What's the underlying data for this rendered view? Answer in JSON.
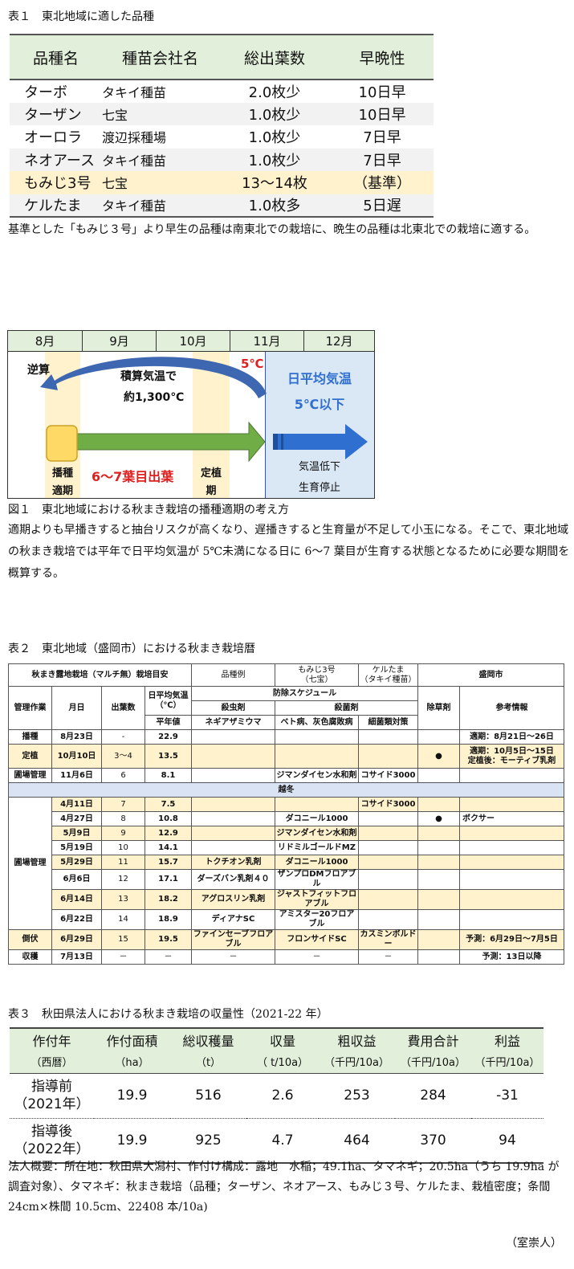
{
  "table1": {
    "caption": "表１　東北地域に適した品種",
    "headers": [
      "品種名",
      "種苗会社名",
      "総出葉数",
      "早晩性"
    ],
    "rows": [
      [
        "ターボ",
        "タキイ種苗",
        "2.0枚少",
        "10日早"
      ],
      [
        "ターザン",
        "七宝",
        "1.0枚少",
        "10日早"
      ],
      [
        "オーロラ",
        "渡辺採種場",
        "1.0枚少",
        "7日早"
      ],
      [
        "ネオアース",
        "タキイ種苗",
        "1.0枚少",
        "7日早"
      ],
      [
        "もみじ3号",
        "七宝",
        "13～14枚",
        "（基準）"
      ],
      [
        "ケルたま",
        "タキイ種苗",
        "1.0枚多",
        "5日遅"
      ]
    ],
    "note": "基準とした「もみじ３号」より早生の品種は南東北での栽培に、晩生の品種は北東北での栽培に適する。"
  },
  "figure1": {
    "months": [
      "8月",
      "9月",
      "10月",
      "11月",
      "12月"
    ],
    "backward": "逆算",
    "temp_threshold": "5℃",
    "accum_line1": "積算気温で",
    "accum_line2": "約1,300℃",
    "daily_line1": "日平均気温",
    "daily_line2": "5℃以下",
    "sow_line1": "播種",
    "sow_line2": "適期",
    "leaf_stage": "6～7葉目出葉",
    "plant_line1": "定植",
    "plant_line2": "期",
    "stop_line1": "気温低下",
    "stop_line2": "生育停止",
    "caption": "図１　東北地域における秋まき栽培の播種適期の考え方",
    "text": "適期よりも早播きすると抽台リスクが高くなり、遅播きすると生育量が不足して小玉になる。そこで、東北地域の秋まき栽培では平年で日平均気温が 5℃未満になる日に 6～7 葉目が生育する状態となるために必要な期間を概算する。"
  },
  "table2": {
    "caption": "表２　東北地域（盛岡市）における秋まき栽培暦",
    "title": "秋まき露地栽培（マルチ無）栽培目安",
    "variety_example": "品種例",
    "momiji_line1": "もみじ3号",
    "momiji_line2": "（七宝）",
    "keru_line1": "ケルたま",
    "keru_line2": "（タキイ種苗）",
    "city": "盛岡市",
    "h_work": "管理作業",
    "h_date": "月日",
    "h_leaves": "出葉数",
    "h_temp_line1": "日平均気温",
    "h_temp_line2": "（℃）",
    "h_normal": "平年値",
    "h_schedule": "防除スケジュール",
    "h_insect": "殺虫剤",
    "h_fungi": "殺菌剤",
    "h_herb": "除草剤",
    "h_ref": "参考情報",
    "h_thrips": "ネギアザミウマ",
    "h_mildew": "ベト病、灰色腐敗病",
    "h_bacteria": "細菌類対策",
    "winter": "越冬",
    "row_sow": {
      "work": "播種",
      "date": "8月23日",
      "leaves": "-",
      "temp": "22.9",
      "ref": "適期：8月21日～26日"
    },
    "row_plant": {
      "work": "定植",
      "date": "10月10日",
      "leaves": "3～4",
      "temp": "13.5",
      "herb": "●",
      "ref1": "適期：10月5日～15日",
      "ref2": "定植後：モーティブ乳剤"
    },
    "row_field1": {
      "work": "圃場管理",
      "date": "11月6日",
      "leaves": "6",
      "temp": "8.1",
      "fungi1": "ジマンダイセン水和剤",
      "fungi2": "コサイド3000"
    },
    "spring_work": "圃場管理",
    "spring": [
      {
        "date": "4月11日",
        "leaves": "7",
        "temp": "7.5",
        "insect": "",
        "f1": "",
        "f2": "コサイド3000",
        "herb": "",
        "ref": ""
      },
      {
        "date": "4月27日",
        "leaves": "8",
        "temp": "10.8",
        "insect": "",
        "f1": "ダコニール1000",
        "f2": "",
        "herb": "●",
        "ref": "ボクサー"
      },
      {
        "date": "5月9日",
        "leaves": "9",
        "temp": "12.9",
        "insect": "",
        "f1": "ジマンダイセン水和剤",
        "f2": "",
        "herb": "",
        "ref": ""
      },
      {
        "date": "5月19日",
        "leaves": "10",
        "temp": "14.1",
        "insect": "",
        "f1": "リドミルゴールドMZ",
        "f2": "",
        "herb": "",
        "ref": ""
      },
      {
        "date": "5月29日",
        "leaves": "11",
        "temp": "15.7",
        "insect": "トクチオン乳剤",
        "f1": "ダコニール1000",
        "f2": "",
        "herb": "",
        "ref": ""
      },
      {
        "date": "6月6日",
        "leaves": "12",
        "temp": "17.1",
        "insect": "ダーズバン乳剤４０",
        "f1": "ザンプロDMフロアブル",
        "f2": "",
        "herb": "",
        "ref": ""
      },
      {
        "date": "6月14日",
        "leaves": "13",
        "temp": "18.2",
        "insect": "アグロスリン乳剤",
        "f1": "ジャストフィットフロアブル",
        "f2": "",
        "herb": "",
        "ref": ""
      },
      {
        "date": "6月22日",
        "leaves": "14",
        "temp": "18.9",
        "insect": "ディアナSC",
        "f1": "アミスター20フロアブル",
        "f2": "",
        "herb": "",
        "ref": ""
      }
    ],
    "row_lodge": {
      "work": "倒伏",
      "date": "6月29日",
      "leaves": "15",
      "temp": "19.5",
      "insect": "ファインセーブフロアブル",
      "f1": "フロンサイドSC",
      "f2": "カスミンボルドー",
      "ref": "予測：6月29日～7月5日"
    },
    "row_harvest": {
      "work": "収穫",
      "date": "7月13日",
      "leaves": "－",
      "temp": "－",
      "insect": "－",
      "f1": "－",
      "f2": "－",
      "ref": "予測：13日以降"
    }
  },
  "table3": {
    "caption": "表３　秋田県法人における秋まき栽培の収量性（2021-22 年）",
    "headers": [
      "作付年",
      "作付面積",
      "総収穫量",
      "収量",
      "粗収益",
      "費用合計",
      "利益"
    ],
    "units": [
      "（西暦）",
      "（ha）",
      "（t）",
      "（ t/10a）",
      "（千円/10a）",
      "（千円/10a）",
      "（千円/10a）"
    ],
    "rows": [
      {
        "year1": "指導前",
        "year2": "（2021年）",
        "values": [
          "19.9",
          "516",
          "2.6",
          "253",
          "284",
          "-31"
        ]
      },
      {
        "year1": "指導後",
        "year2": "（2022年）",
        "values": [
          "19.9",
          "925",
          "4.7",
          "464",
          "370",
          "94"
        ]
      }
    ],
    "note": "法人概要：所在地：秋田県大潟村、作付け構成：露地　水稲；49.1ha、タマネギ；20.5ha（うち 19.9ha が調査対象）、タマネギ：秋まき栽培（品種；ターザン、ネオアース、もみじ３号、ケルたま、栽植密度；条間 24cm×株間 10.5cm、22408 本/10a)"
  },
  "author": "（室崇人）"
}
